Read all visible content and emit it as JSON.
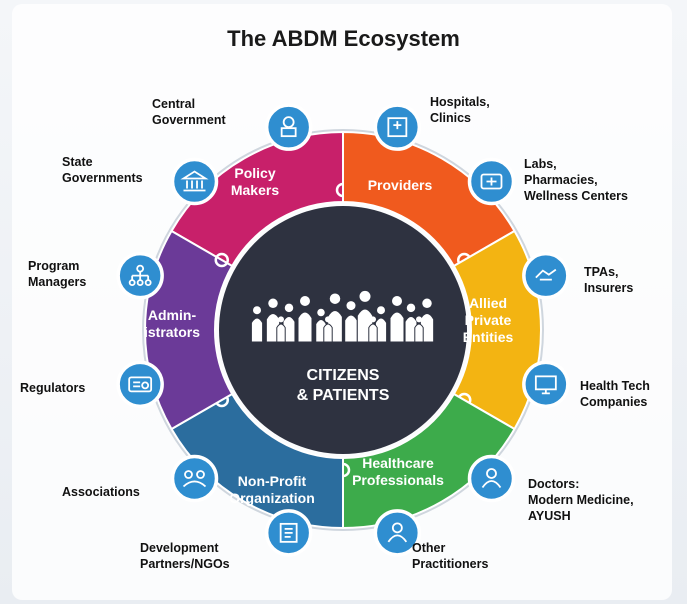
{
  "title": "The ABDM Ecosystem",
  "center": {
    "line1": "CITIZENS",
    "line2": "& PATIENTS"
  },
  "segments": [
    {
      "id": "policy-makers",
      "line1": "Policy",
      "line2": "Makers",
      "color": "#c8206a"
    },
    {
      "id": "providers",
      "line1": "Providers",
      "line2": "",
      "color": "#f05a1e"
    },
    {
      "id": "allied-private-entities",
      "line1": "Allied",
      "line2": "Private",
      "line3": "Entities",
      "color": "#f3b412"
    },
    {
      "id": "healthcare-professionals",
      "line1": "Healthcare",
      "line2": "Professionals",
      "color": "#3dab4b"
    },
    {
      "id": "non-profit-organization",
      "line1": "Non-Profit",
      "line2": "Organization",
      "color": "#2b6d9e"
    },
    {
      "id": "administrators",
      "line1": "Admin-",
      "line2": "istrators",
      "color": "#6b3a98"
    }
  ],
  "stakeholders": [
    {
      "id": "central-government",
      "line1": "Central",
      "line2": "Government",
      "icon": "emblem-icon"
    },
    {
      "id": "hospitals-clinics",
      "line1": "Hospitals,",
      "line2": "Clinics",
      "icon": "hospital-icon"
    },
    {
      "id": "labs-pharmacies",
      "line1": "Labs,",
      "line2": "Pharmacies,",
      "line3": "Wellness Centers",
      "icon": "lab-icon"
    },
    {
      "id": "tpas-insurers",
      "line1": "TPAs,",
      "line2": "Insurers",
      "icon": "handshake-icon"
    },
    {
      "id": "health-tech-companies",
      "line1": "Health Tech",
      "line2": "Companies",
      "icon": "monitor-icon"
    },
    {
      "id": "doctors",
      "line1": "Doctors:",
      "line2": "Modern Medicine,",
      "line3": "AYUSH",
      "icon": "doctor-icon"
    },
    {
      "id": "other-practitioners",
      "line1": "Other",
      "line2": "Practitioners",
      "icon": "nurse-icon"
    },
    {
      "id": "development-partners",
      "line1": "Development",
      "line2": "Partners/NGOs",
      "icon": "certificate-icon"
    },
    {
      "id": "associations",
      "line1": "Associations",
      "line2": "",
      "icon": "group-icon"
    },
    {
      "id": "regulators",
      "line1": "Regulators",
      "line2": "",
      "icon": "license-icon"
    },
    {
      "id": "program-managers",
      "line1": "Program",
      "line2": "Managers",
      "icon": "org-chart-icon"
    },
    {
      "id": "state-governments",
      "line1": "State",
      "line2": "Governments",
      "icon": "building-icon"
    }
  ],
  "colors": {
    "hub": "#2e3240",
    "icon_circle": "#2f8ed0",
    "icon_border": "#ffffff",
    "outer_ring": "#cfd6de"
  }
}
